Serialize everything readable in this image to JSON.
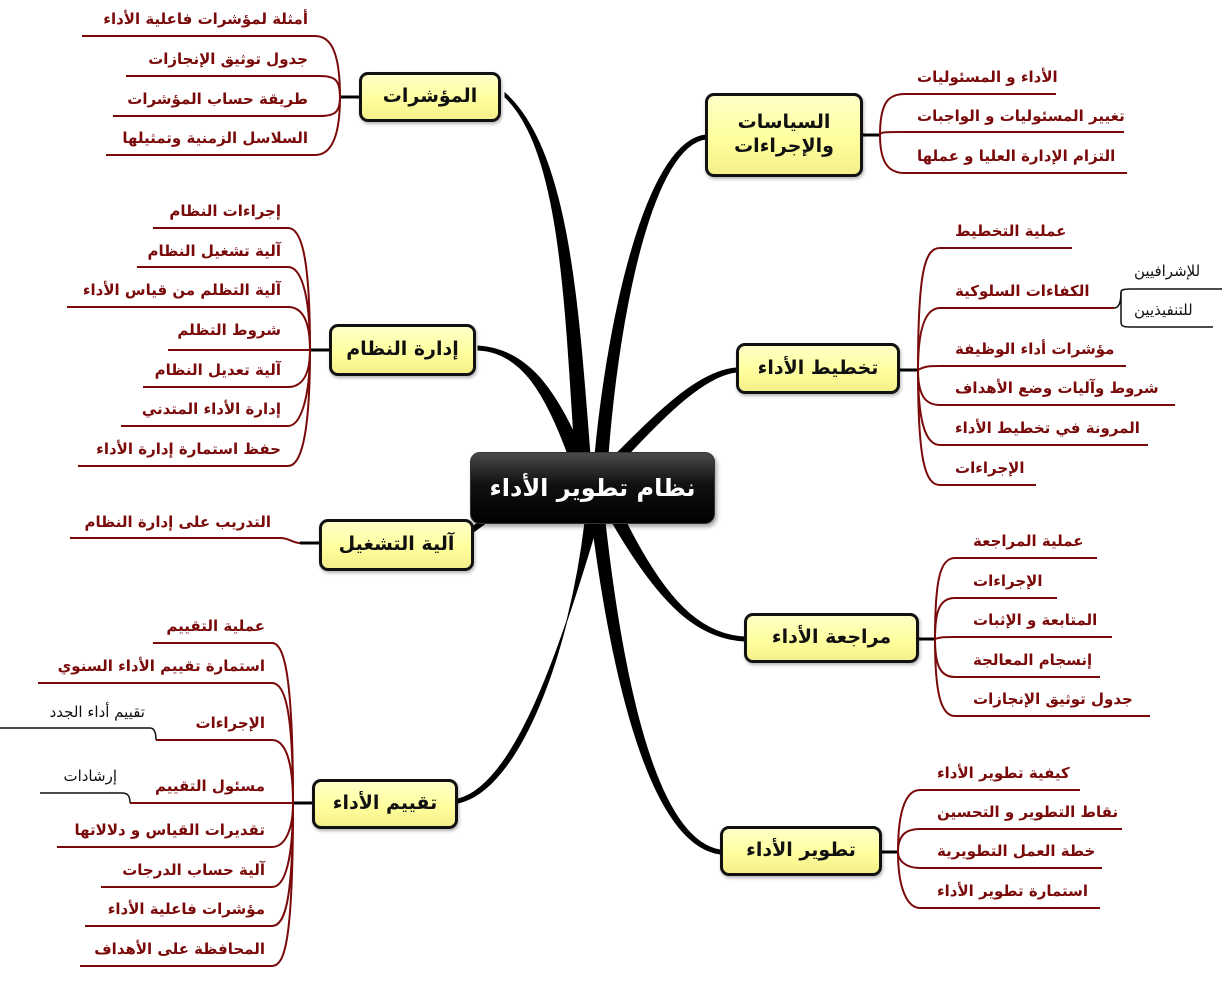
{
  "root": {
    "label": "نظام تطوير الأداء"
  },
  "colors": {
    "topic_fill": "#ffff9e",
    "topic_border": "#111111",
    "subtopic_text": "#7a0a0a",
    "subtopic_line": "#7a0a0a",
    "root_fill": "#000000",
    "root_text": "#ffffff"
  },
  "left": {
    "indicators": {
      "label": "المؤشرات",
      "items": [
        "أمثلة لمؤشرات فاعلية الأداء",
        "جدول توثيق الإنجازات",
        "طريقة حساب المؤشرات",
        "السلاسل الزمنية وتمثيلها"
      ]
    },
    "system_management": {
      "label": "إدارة النظام",
      "items": [
        "إجراءات النظام",
        "آلية تشغيل النظام",
        "آلية التظلم من قياس الأداء",
        "شروط التظلم",
        "آلية تعديل النظام",
        "إدارة الأداء المتدني",
        "حفظ استمارة إدارة الأداء"
      ]
    },
    "operation_mechanism": {
      "label": "آلية التشغيل",
      "items": [
        "التدريب على إدارة النظام"
      ]
    },
    "performance_evaluation": {
      "label": "تقييم الأداء",
      "items": [
        "عملية التقييم",
        "استمارة تقييم الأداء السنوي",
        "الإجراءات",
        "مسئول التقييم",
        "تقديرات القياس و دلالاتها",
        "آلية حساب الدرجات",
        "مؤشرات فاعلية الأداء",
        "المحافظة على الأهداف"
      ],
      "procedures_child": "تقييم أداء الجدد",
      "evaluator_child": "إرشادات"
    }
  },
  "right": {
    "policies": {
      "label_line1": "السياسات",
      "label_line2": "والإجراءات",
      "items": [
        "الأداء و المسئوليات",
        "تغيير المسئوليات و الواجبات",
        "التزام الإدارة العليا و عملها"
      ]
    },
    "planning": {
      "label": "تخطيط الأداء",
      "items": [
        "عملية التخطيط",
        "الكفاءات السلوكية",
        "مؤشرات أداء الوظيفة",
        "شروط وآليات وضع الأهداف",
        "المرونة في تخطيط الأداء",
        "الإجراءات"
      ],
      "competencies_children": [
        "للإشرافيين",
        "للتنفيذيين"
      ]
    },
    "review": {
      "label": "مراجعة الأداء",
      "items": [
        "عملية المراجعة",
        "الإجراءات",
        "المتابعة و الإثبات",
        "إنسجام المعالجة",
        "جدول توثيق الإنجازات"
      ]
    },
    "development": {
      "label": "تطوير الأداء",
      "items": [
        "كيفية تطوير الأداء",
        "نقاط التطوير و التحسين",
        "خطة العمل التطويرية",
        "استمارة تطوير الأداء"
      ]
    }
  }
}
